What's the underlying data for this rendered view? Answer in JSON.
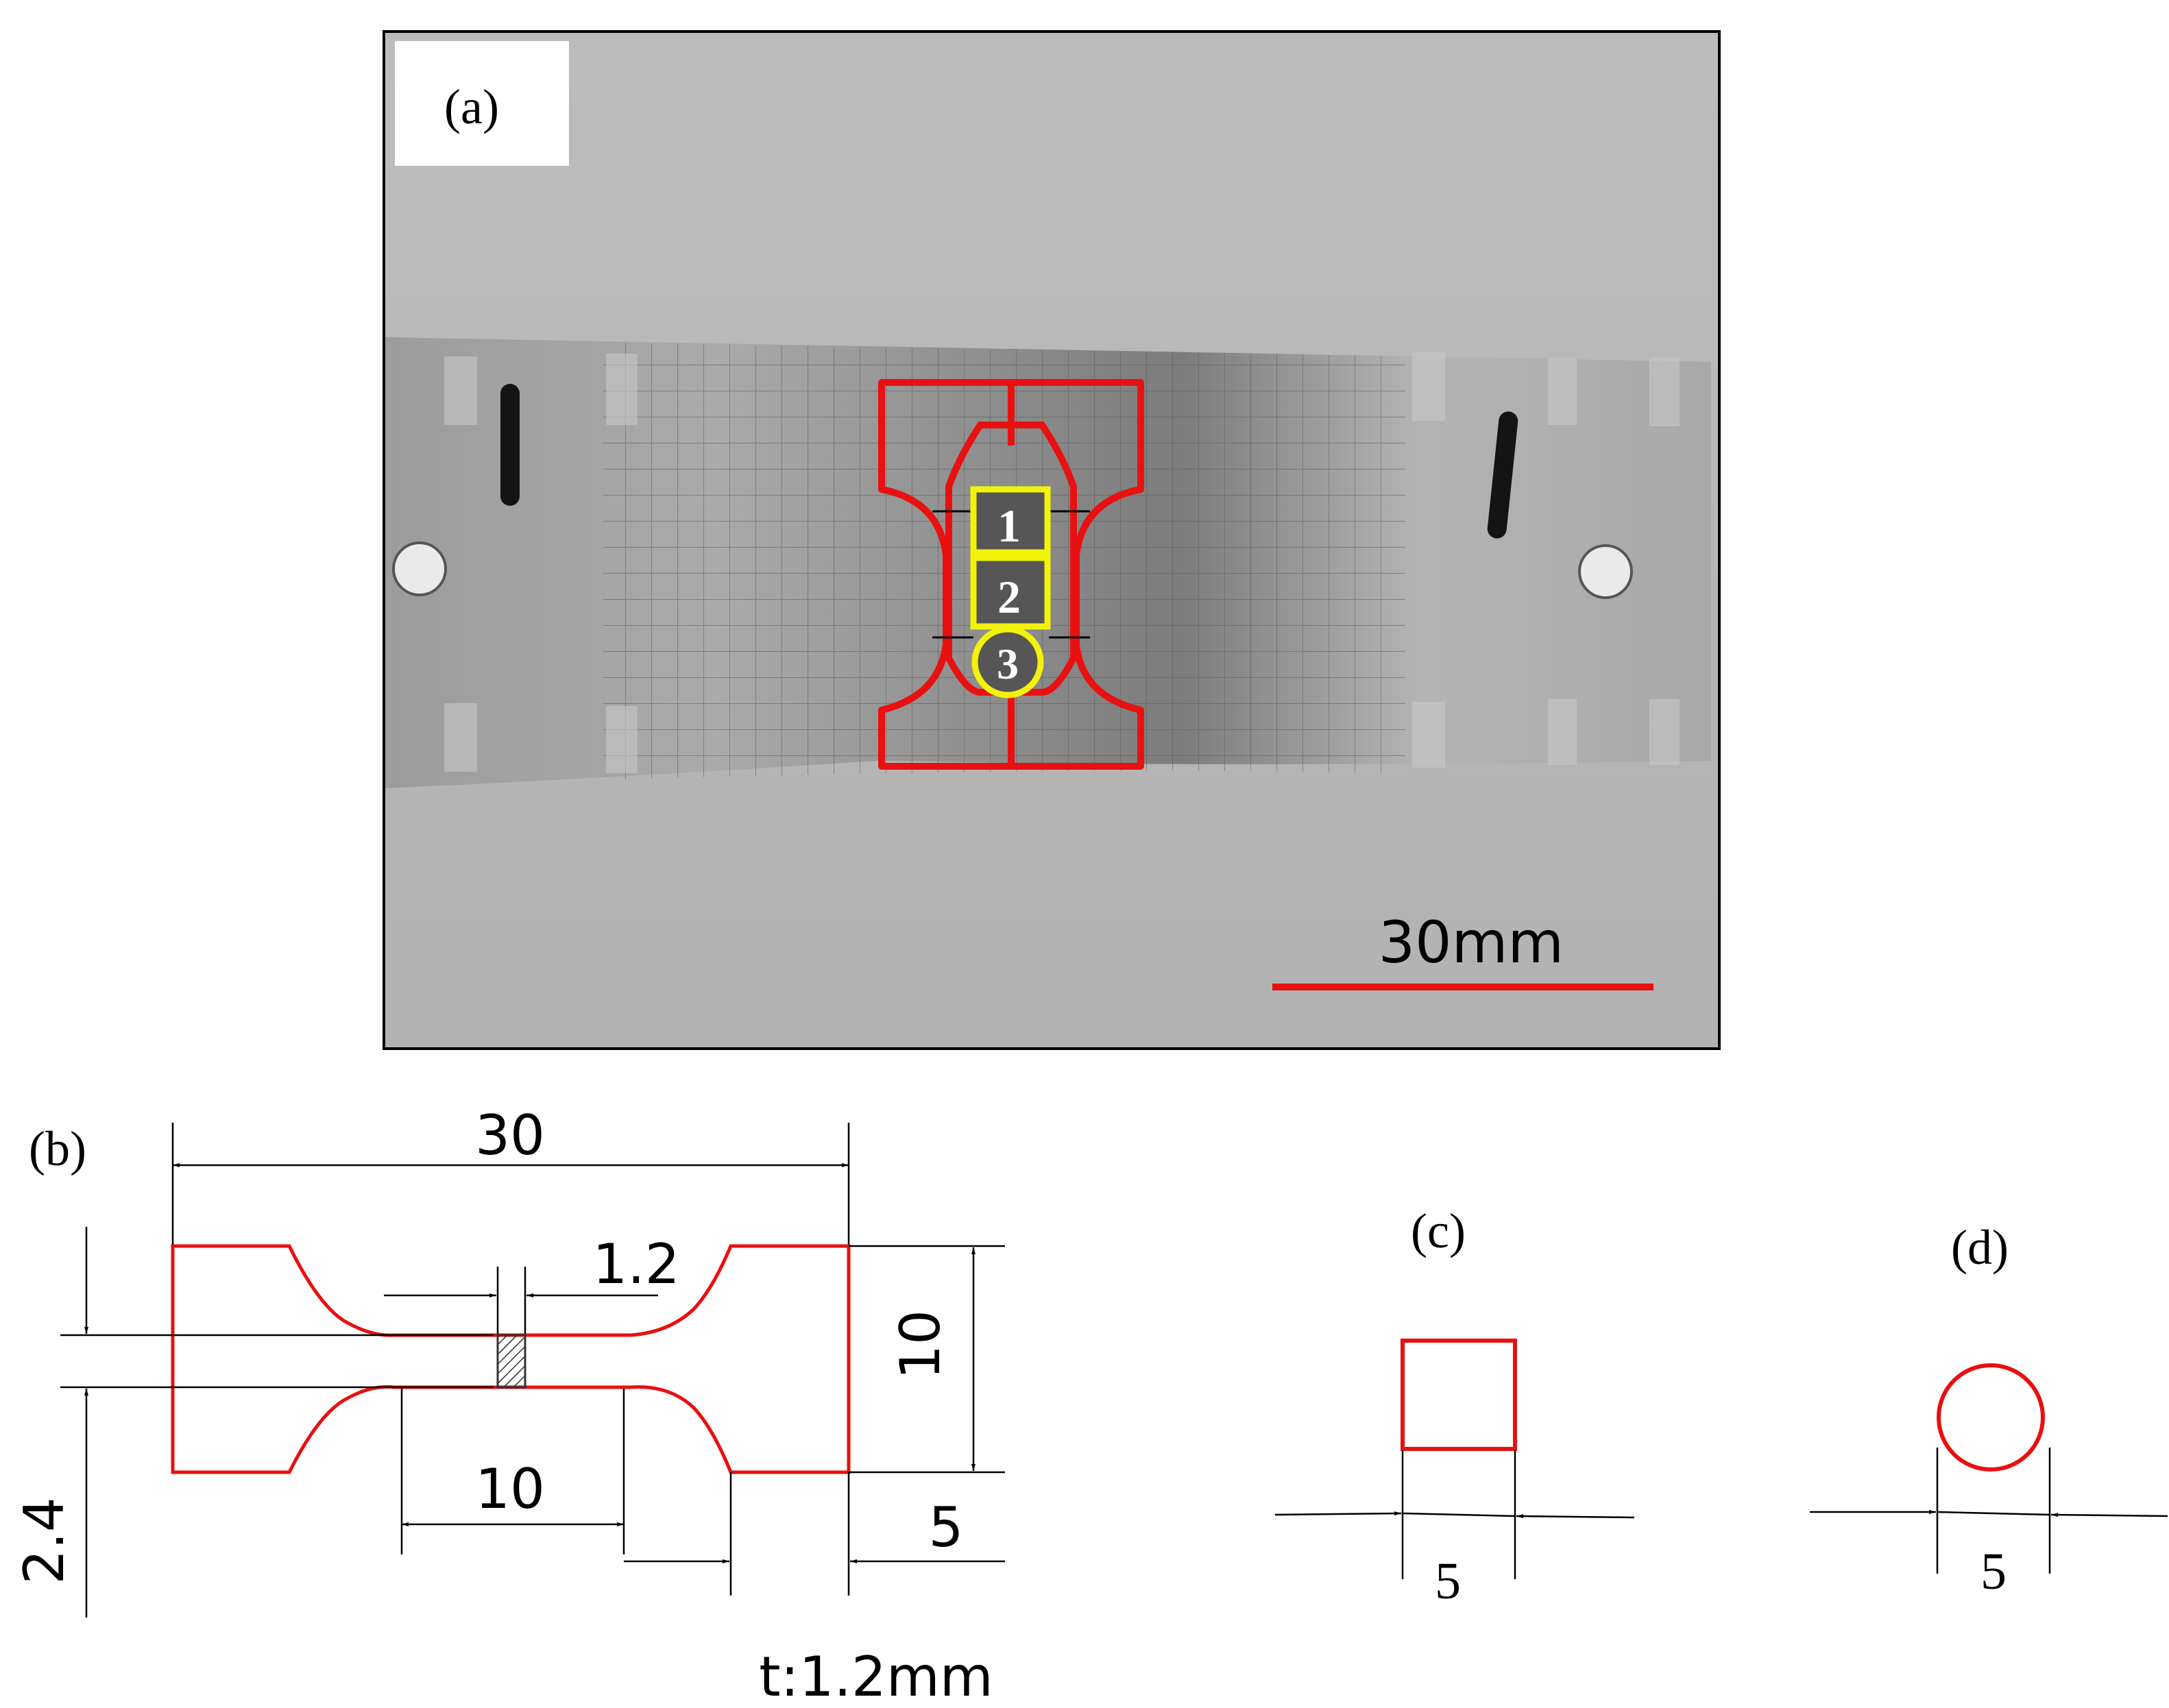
{
  "panel_a": {
    "label": "(a)",
    "region_labels": [
      "1",
      "2",
      "3"
    ],
    "scale_bar_label": "30mm"
  },
  "panel_b": {
    "label": "(b)",
    "dims": {
      "overall_length": "30",
      "gauge_width": "1.2",
      "height": "10",
      "gauge_length": "10",
      "grip_length": "5",
      "gauge_height": "2.4"
    },
    "thickness": "t:1.2mm"
  },
  "panel_c": {
    "label": "(c)",
    "dim": "5"
  },
  "panel_d": {
    "label": "(d)",
    "dim": "5"
  },
  "colors": {
    "outline_red": "#e81010",
    "highlight_yellow": "#f2f20a",
    "photo_bg": "#b9b9b9",
    "metal": "#a4a4a4",
    "dimension_black": "#000000"
  }
}
